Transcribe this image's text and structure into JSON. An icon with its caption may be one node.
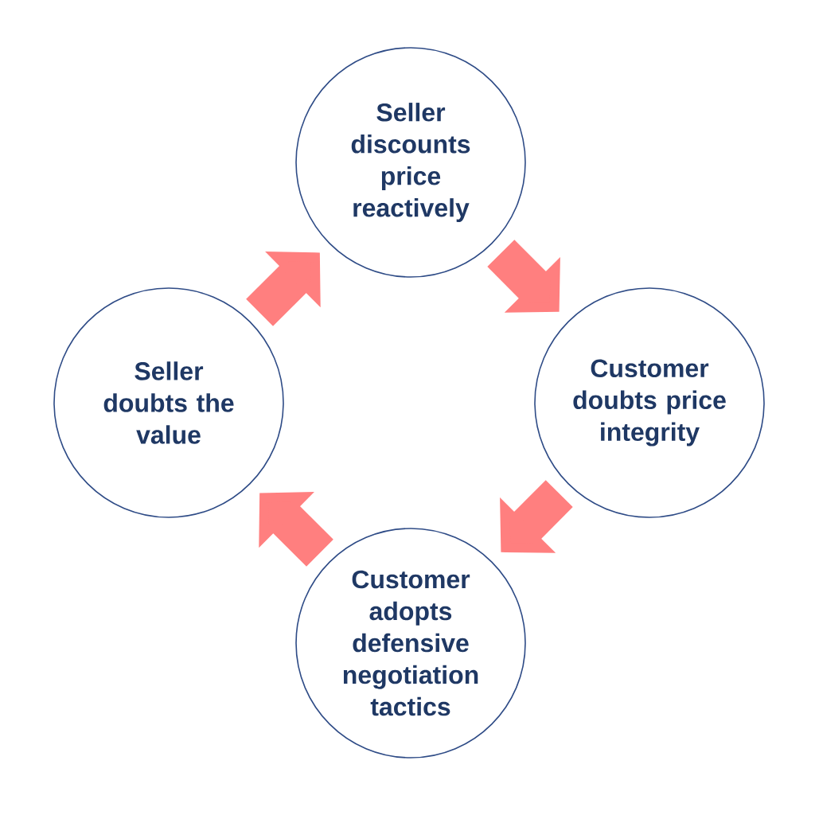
{
  "diagram": {
    "nodes": [
      {
        "text": [
          "Seller discounts price reactively"
        ]
      },
      {
        "text": [
          "Seller doubts the value"
        ]
      },
      {
        "text": [
          "Customer doubts price integrity"
        ]
      },
      {
        "text": [
          "Customer adopts defensive negotiation tactics"
        ]
      }
    ],
    "edges": [
      {
        "from": 1,
        "to": 0,
        "arrow": "to"
      },
      {
        "from": 0,
        "to": 2,
        "arrow": "to"
      },
      {
        "from": 2,
        "to": 3,
        "arrow": "to"
      },
      {
        "from": 3,
        "to": 1,
        "arrow": "to"
      }
    ]
  }
}
